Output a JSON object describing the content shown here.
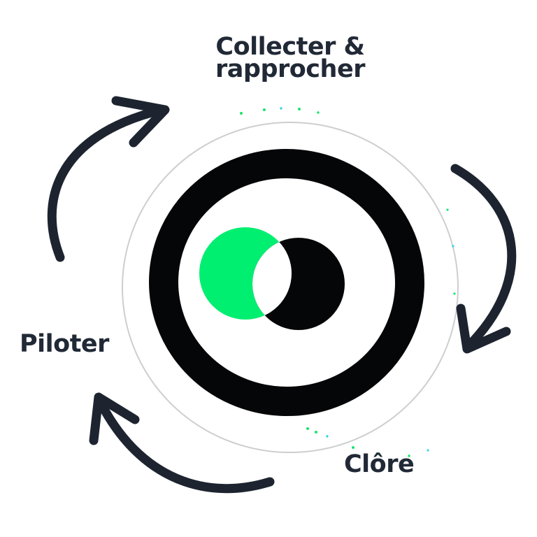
{
  "page": {
    "background_color": "#ffffff",
    "description_labels_language": "fr"
  },
  "diagram": {
    "type": "cycle-diagram",
    "labels": {
      "top": {
        "line1": "Collecter &",
        "line2": "rapprocher"
      },
      "left": {
        "text": "Piloter"
      },
      "bottom": {
        "text": "Clôre"
      }
    },
    "colors": {
      "ink": "#1d2430",
      "text": "#212936",
      "logo_black": "#050608",
      "logo_white": "#ffffff",
      "logo_green": "#00ef70",
      "speckle_green": "#19e56d",
      "speckle_cyan": "#35d6e0",
      "edge_faint": "rgba(25,30,40,0.25)"
    }
  }
}
